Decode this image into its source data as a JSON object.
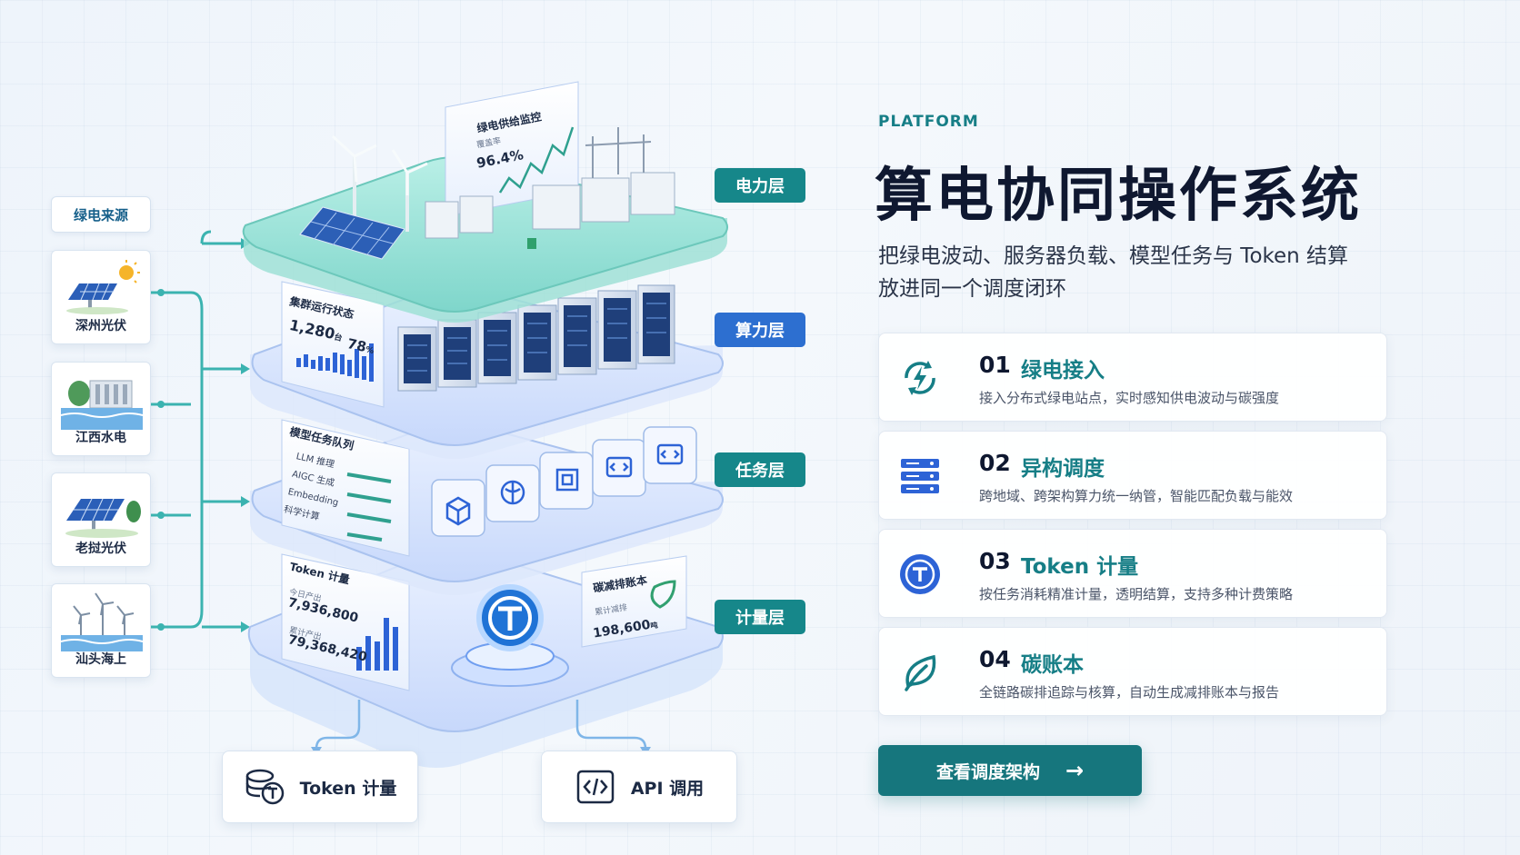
{
  "sources": {
    "title": "绿电来源",
    "items": [
      {
        "label": "深州光伏",
        "icon": "solar-panel-sun-icon"
      },
      {
        "label": "江西水电",
        "icon": "hydro-dam-icon"
      },
      {
        "label": "老挝光伏",
        "icon": "solar-panel-tree-icon"
      },
      {
        "label": "汕头海上",
        "icon": "offshore-wind-icon"
      }
    ]
  },
  "layers": {
    "power": {
      "tag": "电力层",
      "panel_title": "绿电供给监控",
      "panel_sub": "覆盖率",
      "panel_value": "96.4%"
    },
    "compute": {
      "tag": "算力层",
      "panel_title": "集群运行状态",
      "value_a": "1,280",
      "unit_a": "台",
      "value_b": "78",
      "unit_b": "%"
    },
    "task": {
      "tag": "任务层",
      "panel_title": "模型任务队列",
      "items": [
        "LLM 推理",
        "AIGC 生成",
        "Embedding",
        "科学计算"
      ]
    },
    "metering": {
      "tag": "计量层",
      "panel_title": "Token 计量",
      "today_label": "今日产出",
      "today_value": "7,936,800",
      "total_label": "累计产出",
      "total_value": "79,368,420",
      "carbon_title": "碳减排账本",
      "carbon_label": "累计减排",
      "carbon_value": "198,600",
      "carbon_unit": "吨"
    }
  },
  "outputs": [
    {
      "label": "Token 计量",
      "icon": "token-coins-icon"
    },
    {
      "label": "API 调用",
      "icon": "code-brackets-icon"
    }
  ],
  "header": {
    "eyebrow": "PLATFORM",
    "title": "算电协同操作系统",
    "subtitle_line1": "把绿电波动、服务器负载、模型任务与 Token 结算",
    "subtitle_line2": "放进同一个调度闭环"
  },
  "features": [
    {
      "num": "01",
      "title": "绿电接入",
      "desc": "接入分布式绿电站点，实时感知供电波动与碳强度",
      "icon": "lightning-cycle-icon"
    },
    {
      "num": "02",
      "title": "异构调度",
      "desc": "跨地域、跨架构算力统一纳管，智能匹配负载与能效",
      "icon": "server-stack-icon"
    },
    {
      "num": "03",
      "title": "Token 计量",
      "desc": "按任务消耗精准计量，透明结算，支持多种计费策略",
      "icon": "token-icon"
    },
    {
      "num": "04",
      "title": "碳账本",
      "desc": "全链路碳排追踪与核算，自动生成减排账本与报告",
      "icon": "leaf-icon"
    }
  ],
  "cta": {
    "label": "查看调度架构",
    "arrow": "→"
  },
  "colors": {
    "teal": "#16878a",
    "blue": "#2d6fd0",
    "title": "#0f1830",
    "accent": "#167e86"
  }
}
